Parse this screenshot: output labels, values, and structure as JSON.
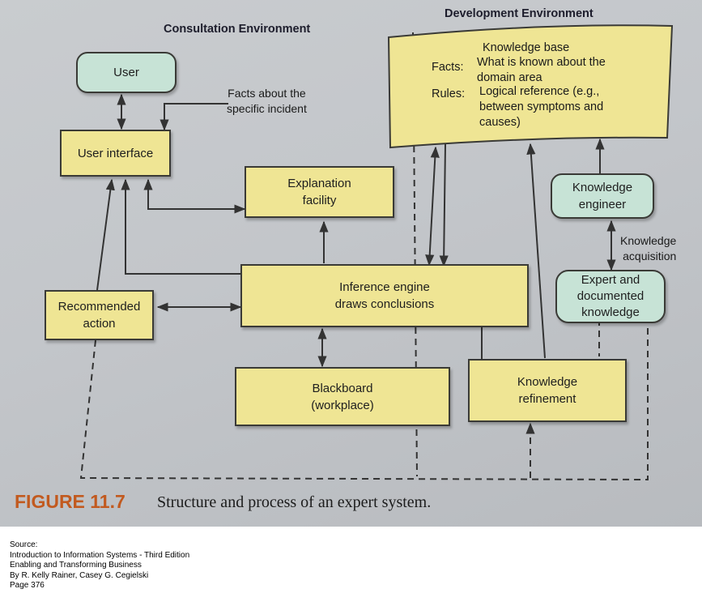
{
  "figure": {
    "label": "FIGURE 11.7",
    "caption": "Structure and process of an expert system."
  },
  "environments": {
    "consultation": "Consultation Environment",
    "development": "Development Environment"
  },
  "nodes": {
    "user": "User",
    "user_interface": "User interface",
    "explanation_facility": [
      "Explanation",
      "facility"
    ],
    "inference_engine": [
      "Inference engine",
      "draws conclusions"
    ],
    "recommended_action": [
      "Recommended",
      "action"
    ],
    "blackboard": [
      "Blackboard",
      "(workplace)"
    ],
    "knowledge_refinement": [
      "Knowledge",
      "refinement"
    ],
    "knowledge_engineer": [
      "Knowledge",
      "engineer"
    ],
    "expert_knowledge": [
      "Expert and",
      "documented",
      "knowledge"
    ]
  },
  "knowledge_base": {
    "title": "Knowledge base",
    "facts_label": "Facts:",
    "facts_text": [
      "What is known about the",
      "domain area"
    ],
    "rules_label": "Rules:",
    "rules_text": [
      "Logical reference (e.g.,",
      "between symptoms and",
      "causes)"
    ]
  },
  "edge_labels": {
    "facts_incident": [
      "Facts about the",
      "specific incident"
    ],
    "knowledge_acquisition": [
      "Knowledge",
      "acquisition"
    ]
  },
  "source": {
    "lines": [
      "Source:",
      "Introduction to Information Systems - Third Edition",
      "Enabling and Transforming Business",
      "By R. Kelly Rainer, Casey G. Cegielski",
      "Page 376"
    ]
  },
  "colors": {
    "box_fill": "#efe594",
    "teal_fill": "#c7e3d6",
    "figure_label": "#c25a1f"
  }
}
